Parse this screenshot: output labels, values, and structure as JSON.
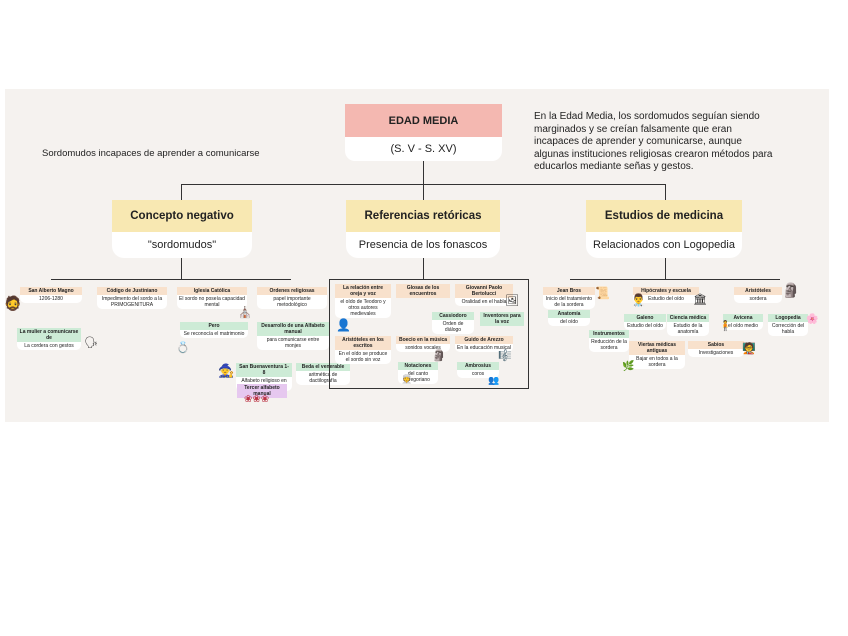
{
  "root": {
    "title": "EDAD MEDIA",
    "subtitle": "(S. V - S. XV)"
  },
  "left_note": "Sordomudos incapaces de aprender a comunicarse",
  "right_note": [
    "En la Edad Media, los sordomudos seguían siendo",
    "marginados y se creían falsamente que eran",
    "incapaces de aprender y comunicarse, aunque",
    "algunas instituciones religiosas crearon métodos para",
    "educarlos mediante señas y gestos."
  ],
  "branches": [
    {
      "title": "Concepto negativo",
      "subtitle": "\"sordomudos\""
    },
    {
      "title": "Referencias retóricas",
      "subtitle": "Presencia de los fonascos"
    },
    {
      "title": "Estudios de medicina",
      "subtitle": "Relacionados con Logopedia"
    }
  ],
  "concepto": {
    "alberto": {
      "title": "San Alberto Magno",
      "text": "1206-1280"
    },
    "cordera": {
      "title": "La mulier a comunicarse de",
      "text": "La cordera con gestos"
    },
    "justiniano": {
      "title": "Código de Justiniano",
      "text": "Impedimento del sordo a la PRIMOGENITURA"
    },
    "iglesia": {
      "title": "Iglesia Católica",
      "text": "El sordo no poseía capacidad mental"
    },
    "pero": {
      "title": "Pero",
      "text": "Se reconocía el matrimonio"
    },
    "ordenes": {
      "title": "Ordenes religiosas",
      "text": "papel importante metodológico"
    },
    "desarrollo": {
      "title": "Desarrollo de una Alfabeto manual",
      "text": "para comunicarse entre monjes"
    },
    "benavente": {
      "title": "San Buenaventura 1-8",
      "text": "Alfabeto religioso en español"
    },
    "beda": {
      "title": "Beda el venerable",
      "text": "aritmética de dactilografía"
    },
    "tercer": {
      "title": "Tercer alfabeto manual"
    }
  },
  "referencias": {
    "r1": {
      "title": "La relación entre oreja y voz",
      "text": "el oído de Teodoro y otros autores medievales"
    },
    "r2": {
      "title": "Glosas de los encuentros"
    },
    "r3": {
      "title": "Giovanni Paolo Bertolucci",
      "text": "Oralidad en el habla"
    },
    "r4": {
      "title": "Cassiodoro",
      "text": "Orden de diálogo"
    },
    "r5": {
      "title": "Inventores para la voz"
    },
    "r6": {
      "title": "Aristóteles en los escritos",
      "text": "En el oído se produce el sordo sin voz"
    },
    "r7": {
      "title": "Boecio en la música",
      "text": "sonidos vocales"
    },
    "r8": {
      "title": "Guido de Arezzo",
      "text": "En la educación musical"
    },
    "r9": {
      "title": "Notaciones",
      "text": "del canto gregoriano"
    },
    "r10": {
      "title": "Ambrosius",
      "text": "coros"
    }
  },
  "medicina": {
    "m1": {
      "title": "Jean Bros",
      "text": "Inicio del tratamiento de la sordera"
    },
    "m2": {
      "title": "Hipócrates y escuela",
      "text": "Estudio del oído"
    },
    "m3": {
      "title": "Aristóteles",
      "text": "sordera"
    },
    "m4": {
      "title": "Galeno",
      "text": "Estudio del oído"
    },
    "m5": {
      "title": "Anatomía",
      "text": "del oído"
    },
    "m6": {
      "title": "Ciencia médica",
      "text": "Estudio de la anatomía"
    },
    "m7": {
      "title": "Avicena",
      "text": "el oído medio"
    },
    "m8": {
      "title": "Instrumentos",
      "text": "Reducción de la sordera"
    },
    "m9": {
      "title": "Viertas médicas antiguas",
      "text": "Bajar en todos a la sordera"
    },
    "m10": {
      "title": "Sabios",
      "text": "Investigaciones"
    },
    "m11": {
      "title": "Logopedia",
      "text": "Corrección del habla"
    }
  }
}
